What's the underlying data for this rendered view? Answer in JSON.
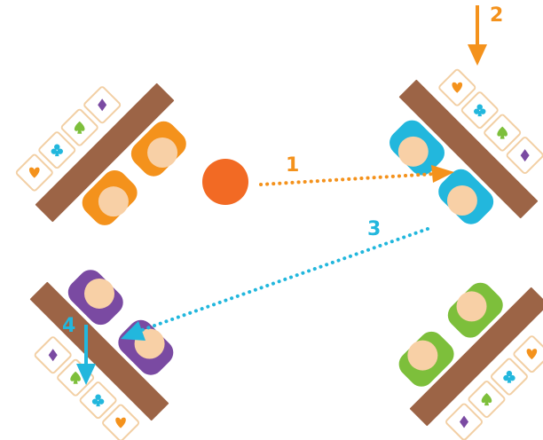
{
  "colors": {
    "background": "#ffffff",
    "table": "#9c6446",
    "head": "#f8d0a6",
    "card_border": "#f2cfa4",
    "ball": "#f26a24",
    "orange_team": "#f4921c",
    "cyan_team": "#22b7dd",
    "purple_team": "#7a4aa2",
    "green_team": "#7dbf3b",
    "arrow_orange": "#f4921c",
    "arrow_cyan": "#22b7dd",
    "suit_heart": "#f4921c",
    "suit_club": "#22b7dd",
    "suit_spade": "#7dbf3b",
    "suit_diamond": "#7a4aa2"
  },
  "steps": [
    {
      "number": "1",
      "color": "#f4921c"
    },
    {
      "number": "2",
      "color": "#f4921c"
    },
    {
      "number": "3",
      "color": "#22b7dd"
    },
    {
      "number": "4",
      "color": "#22b7dd"
    }
  ],
  "tables": [
    {
      "id": "top-left",
      "team": "orange",
      "cards": [
        "heart-icon",
        "club-icon",
        "spade-icon",
        "diamond-icon"
      ]
    },
    {
      "id": "top-right",
      "team": "cyan",
      "cards": [
        "heart-icon",
        "club-icon",
        "spade-icon",
        "diamond-icon"
      ]
    },
    {
      "id": "bottom-left",
      "team": "purple",
      "cards": [
        "diamond-icon",
        "spade-icon",
        "club-icon",
        "heart-icon"
      ]
    },
    {
      "id": "bottom-right",
      "team": "green",
      "cards": [
        "heart-icon",
        "club-icon",
        "spade-icon",
        "diamond-icon"
      ]
    }
  ]
}
